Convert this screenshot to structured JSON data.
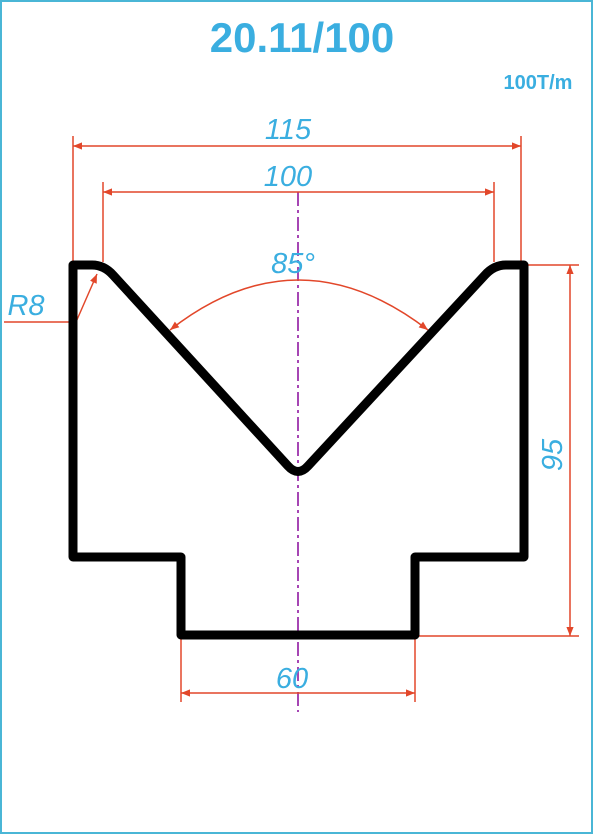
{
  "title": "20.11/100",
  "rating": "100T/m",
  "colors": {
    "border": "#4ab6d6",
    "text": "#3aaee0",
    "dimension": "#e2472a",
    "centerline": "#a646b4",
    "profile": "#000000"
  },
  "dimensions": {
    "overall_width": "115",
    "v_opening": "100",
    "v_angle": "85°",
    "radius": "R8",
    "height": "95",
    "tang_width": "60"
  }
}
